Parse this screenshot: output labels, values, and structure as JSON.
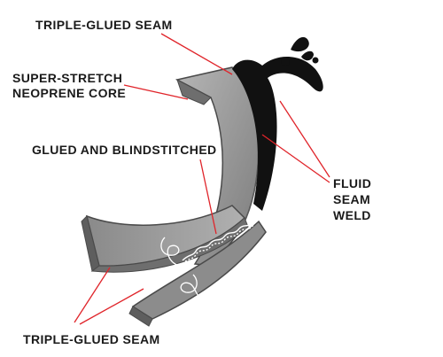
{
  "labels": {
    "top_seam": "TRIPLE-GLUED SEAM",
    "core_line1": "SUPER-STRETCH",
    "core_line2": "NEOPRENE CORE",
    "blindstitch": "GLUED AND BLINDSTITCHED",
    "weld_line1": "FLUID",
    "weld_line2": "SEAM",
    "weld_line3": "WELD",
    "bottom_seam": "TRIPLE-GLUED SEAM"
  },
  "colors": {
    "leader": "#e0242a",
    "text": "#1a1a1a",
    "panel_face": "#9a9a9a",
    "panel_edge": "#6e6e6e",
    "weld": "#111111",
    "stitch": "#ffffff"
  }
}
